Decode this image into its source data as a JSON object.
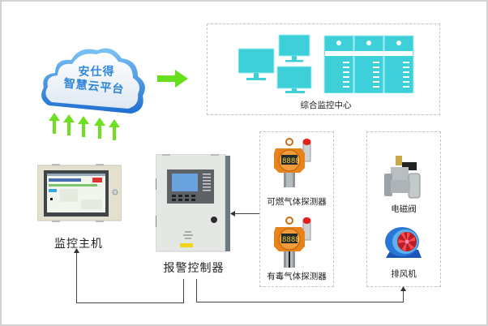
{
  "cloud": {
    "line1": "安仕得",
    "line2": "智慧云平台"
  },
  "monitoring_center": {
    "label": "综合监控中心"
  },
  "host": {
    "label": "监控主机"
  },
  "controller": {
    "label": "报警控制器"
  },
  "detectors": [
    {
      "label": "可燃气体探测器",
      "display": "8888"
    },
    {
      "label": "有毒气体探测器",
      "display": "8888"
    }
  ],
  "actuators": [
    {
      "label": "电磁阀"
    },
    {
      "label": "排风机"
    }
  ],
  "colors": {
    "cloud_blue": "#3b8fe0",
    "arrow_green": "#66e01a",
    "teal": "#3dd0d8",
    "detector_orange": "#e8821a",
    "frame_gray": "#d2d2d2",
    "dash": "#b9c7c9"
  }
}
